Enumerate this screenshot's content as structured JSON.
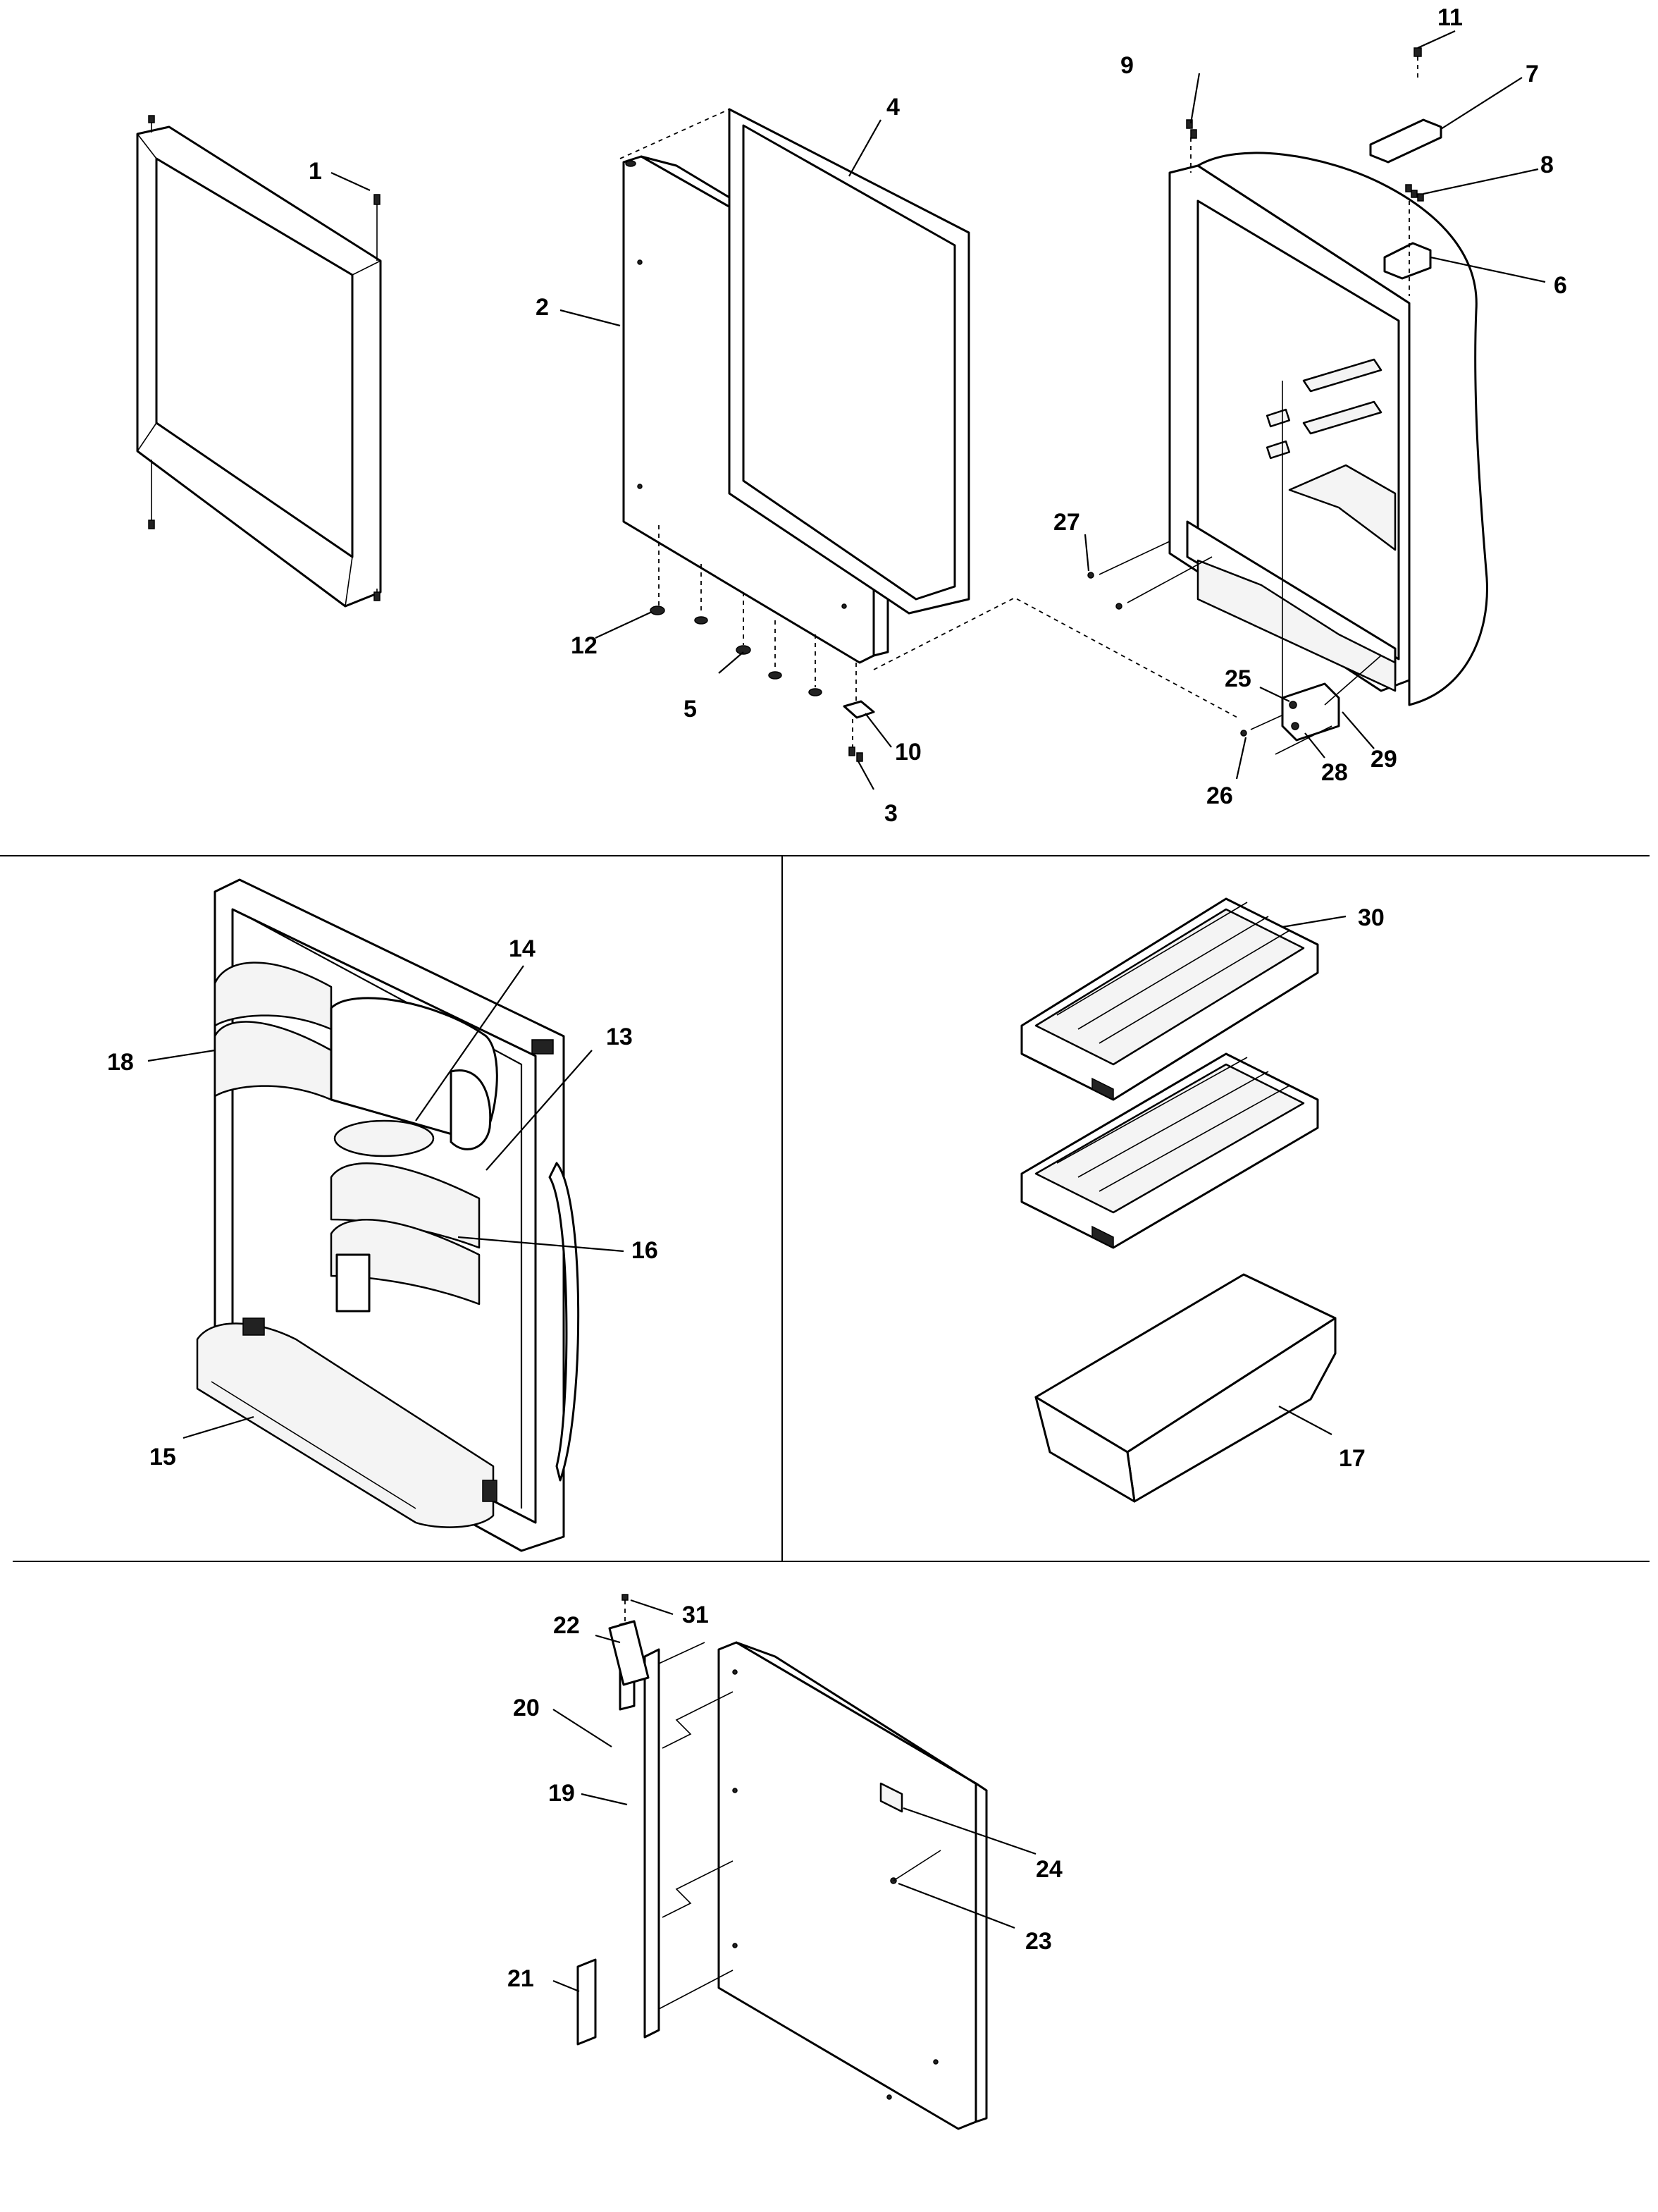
{
  "callouts": {
    "c1": "1",
    "c2": "2",
    "c3": "3",
    "c4": "4",
    "c5": "5",
    "c6": "6",
    "c7": "7",
    "c8": "8",
    "c9": "9",
    "c10": "10",
    "c11": "11",
    "c12": "12",
    "c13": "13",
    "c14": "14",
    "c15": "15",
    "c16": "16",
    "c17": "17",
    "c18": "18",
    "c19": "19",
    "c20": "20",
    "c21": "21",
    "c22": "22",
    "c23": "23",
    "c24": "24",
    "c25": "25",
    "c26": "26",
    "c27": "27",
    "c28": "28",
    "c29": "29",
    "c30": "30",
    "c31": "31"
  },
  "colors": {
    "line": "#000000",
    "background": "#ffffff"
  }
}
